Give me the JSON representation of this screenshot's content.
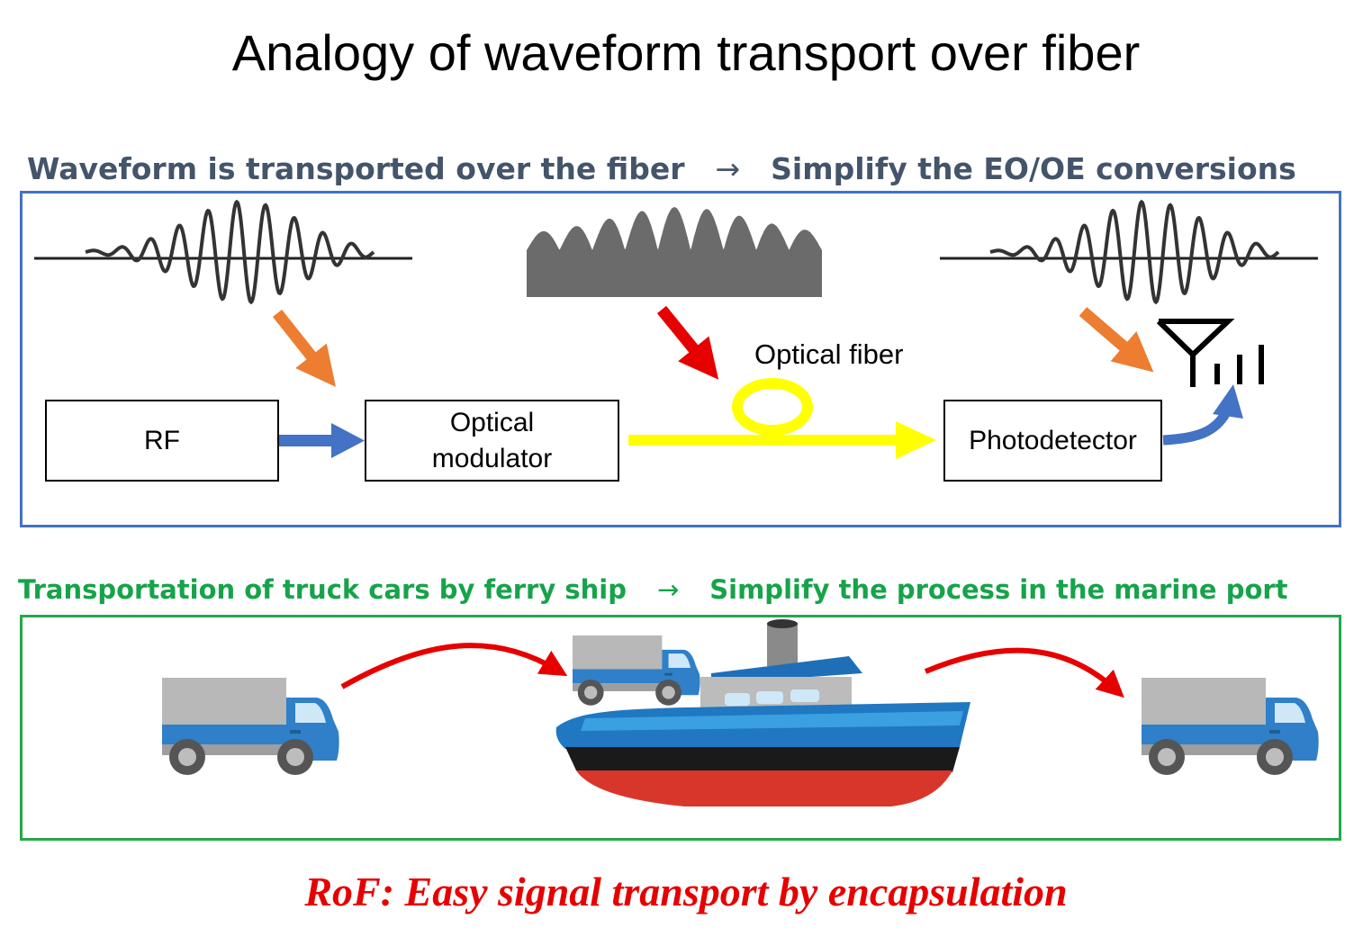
{
  "title": "Analogy of waveform transport over fiber",
  "rof_section": {
    "heading_left": "Waveform is transported over the fiber",
    "heading_arrow": "→",
    "heading_right": "Simplify the EO/OE conversions",
    "rf_label": "RF",
    "modulator_line1": "Optical",
    "modulator_line2": "modulator",
    "fiber_label": "Optical fiber",
    "photodetector_label": "Photodetector",
    "icons": [
      "sine-waveform-icon",
      "optical-envelope-icon",
      "fiber-loop-icon",
      "antenna-icon"
    ]
  },
  "ferry_section": {
    "heading_left": "Transportation of truck cars by ferry ship",
    "heading_arrow": "→",
    "heading_right": "Simplify the process in the marine port",
    "icons": [
      "truck-icon",
      "ferry-ship-icon"
    ]
  },
  "conclusion": "RoF: Easy signal transport by encapsulation",
  "colors": {
    "rof_frame": "#4472c4",
    "ferry_frame": "#22a84a",
    "rof_heading": "#44546a",
    "ferry_heading": "#16a34a",
    "conclusion": "#e60000",
    "orange_arrow": "#ed7d31",
    "red_arrow": "#e60000",
    "blue_arrow": "#4472c4",
    "fiber": "#ffff00",
    "truck_blue": "#2f80c8",
    "truck_gray": "#b8b8b8",
    "hull_red": "#d9362b"
  }
}
